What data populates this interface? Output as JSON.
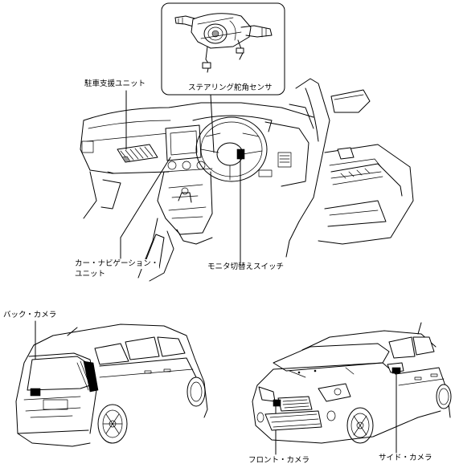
{
  "labels": {
    "steering_angle_sensor": "ステアリング舵角センサ",
    "parking_assist_unit": "駐車支援ユニット",
    "car_navigation_unit_line1": "カー・ナビゲーション・",
    "car_navigation_unit_line2": "ユニット",
    "monitor_switch": "モニタ切替えスイッチ",
    "back_camera": "バック・カメラ",
    "front_camera": "フロント・カメラ",
    "side_camera": "サイド・カメラ"
  },
  "icons": [
    "steering-column-switch-icon",
    "dashboard-icon",
    "rear-car-icon",
    "front-car-icon"
  ],
  "colors": {
    "line": "#000000",
    "background": "#ffffff",
    "highlight": "#000000"
  }
}
